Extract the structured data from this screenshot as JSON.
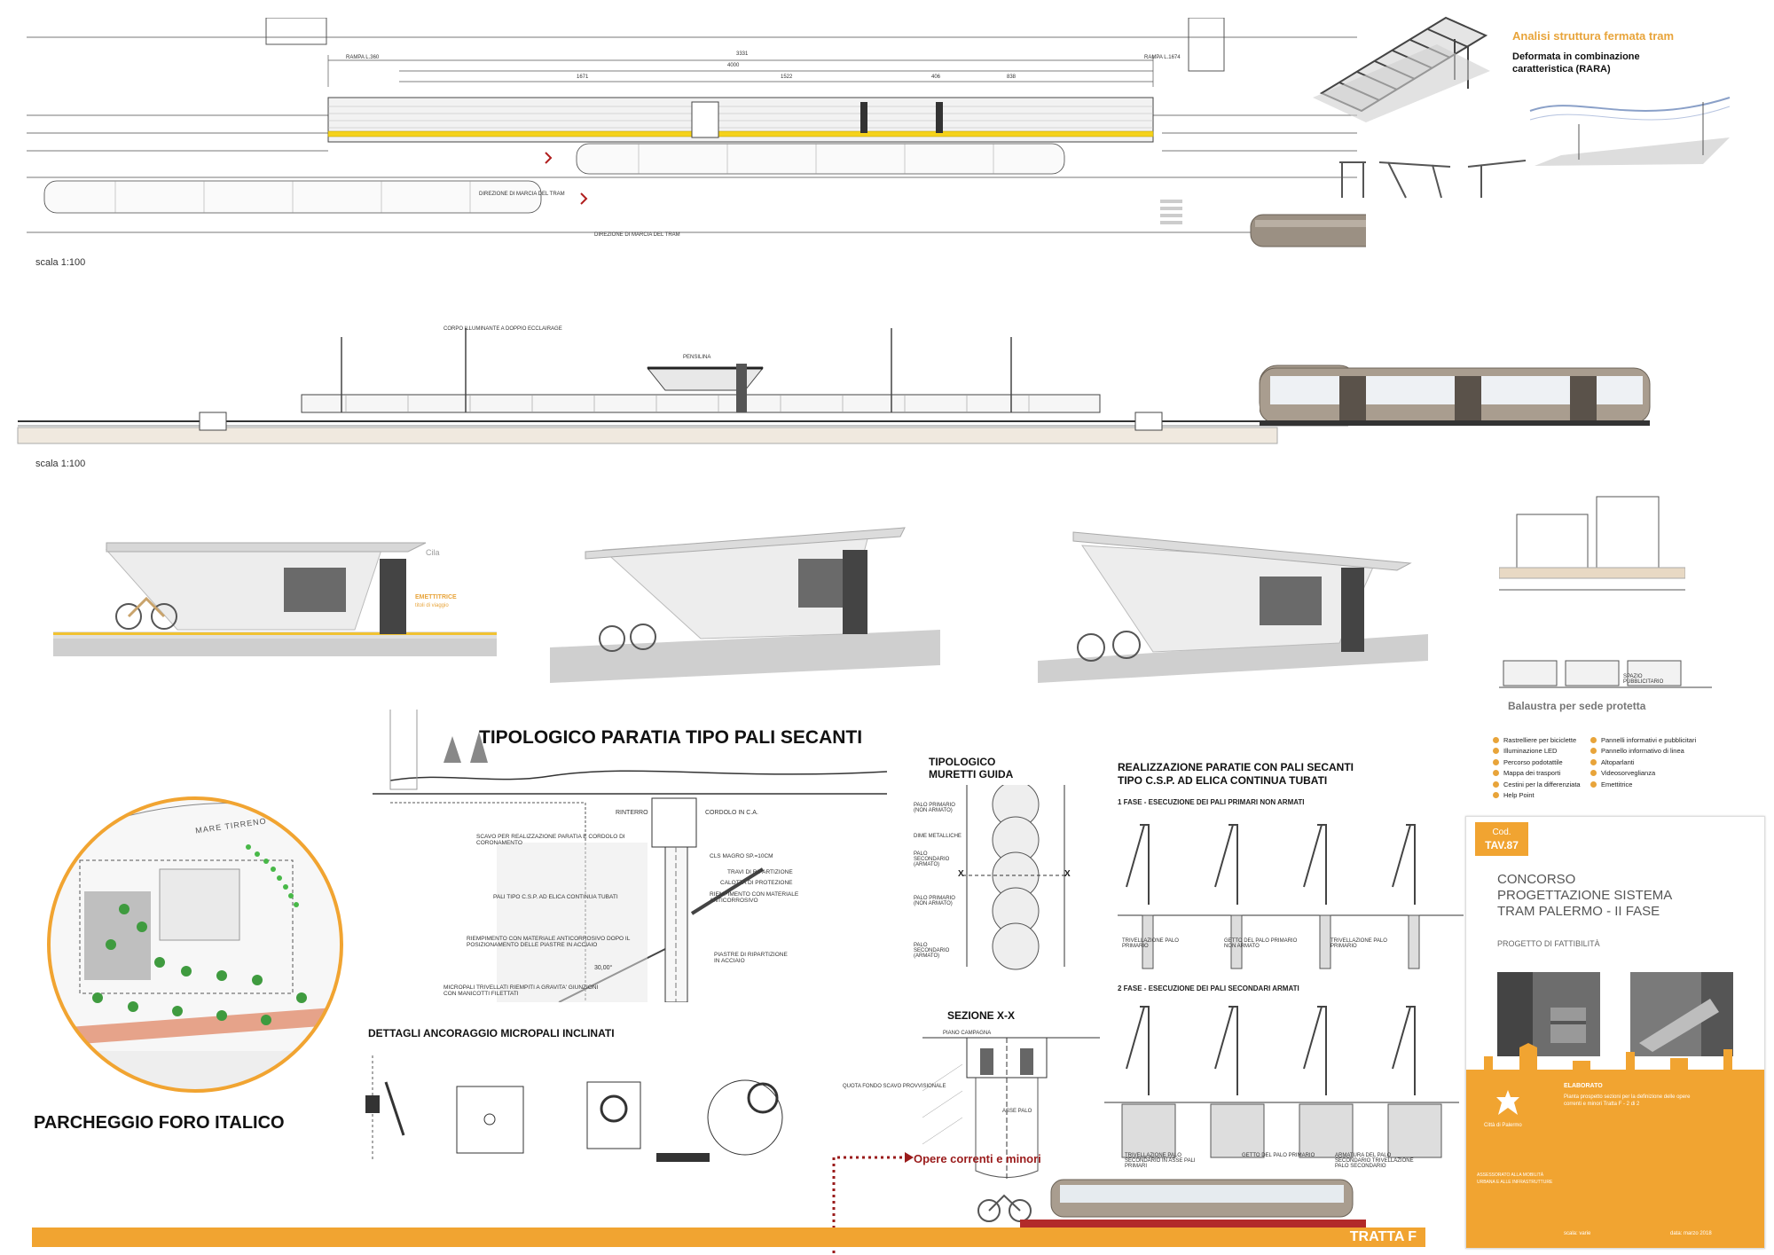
{
  "header": {
    "analysis_title": "Analisi struttura fermata tram",
    "deformata": "Deformata in combinazione",
    "caratteristica": "caratteristica (RARA)"
  },
  "scales": {
    "plan": "scala 1:100",
    "elevation": "scala 1:100"
  },
  "plan_labels": {
    "tram_direction_1": "DIREZIONE DI MARCIA DEL TRAM",
    "tram_direction_2": "DIREZIONE DI MARCIA DEL TRAM",
    "rampa_left": "RAMPA L.360",
    "rampa_right": "RAMPA L.1674",
    "dim_total": "3331",
    "dim_a": "4000",
    "dim_b": "1522",
    "dim_c": "1671",
    "dim_d": "406",
    "dim_e": "838"
  },
  "elevation_labels": {
    "corpo_illuminante": "CORPO ILLUMINANTE A DOPPIO ECCLAIRAGE",
    "pensilina": "PENSILINA"
  },
  "renders": {
    "brand": "Cila",
    "emettitrice": "EMETTITRICE",
    "sub": "titoli di viaggio"
  },
  "balustrade": {
    "title": "Balaustra per sede protetta",
    "spazio": "SPAZIO PUBBLICITARIO"
  },
  "legend": {
    "left": [
      "Rastrelliere per biciclette",
      "Illuminazione LED",
      "Percorso podotattile",
      "Mappa dei trasporti",
      "Cestini per la differenziata",
      "Help Point"
    ],
    "right": [
      "Pannelli informativi e pubblicitari",
      "Pannello informativo di linea",
      "Altoparlanti",
      "Videosorveglianza",
      "Emettitrice"
    ]
  },
  "tipologico": {
    "title": "TIPOLOGICO PARATIA TIPO PALI SECANTI",
    "labels": {
      "rinterro": "RINTERRO",
      "cordolo": "CORDOLO IN C.A.",
      "scavo": "SCAVO PER REALIZZAZIONE PARATIA E CORDOLO DI CORONAMENTO",
      "cls_magro": "CLS MAGRO Sp.=10cm",
      "travi": "TRAVI DI RIPARTIZIONE",
      "calotta": "CALOTTA DI PROTEZIONE",
      "riempimento": "RIEMPIMENTO CON MATERIALE ANTICORROSIVO",
      "pali": "PALI TIPO C.S.P. AD ELICA CONTINUA TUBATI",
      "riempimento2": "RIEMPIMENTO CON MATERIALE ANTICORROSIVO DOPO IL POSIZIONAMENTO DELLE PIASTRE IN ACCIAIO",
      "piastre": "PIASTRE DI RIPARTIZIONE IN ACCIAIO",
      "angle": "30,00°",
      "micropali": "MICROPALI TRIVELLATI RIEMPITI A GRAVITA' GIUNZIONI CON MANICOTTI FILETTATI"
    },
    "dettagli": "DETTAGLI ANCORAGGIO MICROPALI INCLINATI"
  },
  "muretti": {
    "title1": "TIPOLOGICO",
    "title2": "MURETTI GUIDA",
    "labels": [
      "PALO PRIMARIO (NON ARMATO)",
      "DIME METALLICHE",
      "PALO SECONDARIO (ARMATO)",
      "PALO PRIMARIO (NON ARMATO)",
      "PALO SECONDARIO (ARMATO)"
    ],
    "x_mark": "X"
  },
  "sezione": {
    "title": "SEZIONE X-X",
    "piano": "PIANO CAMPAGNA",
    "asse": "ASSE PALO",
    "quota": "QUOTA FONDO SCAVO PROVVISIONALE"
  },
  "realizzazione": {
    "title1": "REALIZZAZIONE PARATIE CON PALI SECANTI",
    "title2": "TIPO C.S.P. AD ELICA CONTINUA TUBATI",
    "fase1": "1 FASE - ESECUZIONE DEI PALI PRIMARI NON ARMATI",
    "fase1_labels": [
      "TRIVELLAZIONE PALO PRIMARIO",
      "GETTO DEL PALO PRIMARIO NON ARMATO",
      "TRIVELLAZIONE PALO PRIMARIO"
    ],
    "fase2": "2 FASE - ESECUZIONE DEI PALI SECONDARI ARMATI",
    "fase2_labels": [
      "TRIVELLAZIONE PALO SECONDARIO IN ASSE PALI PRIMARI",
      "GETTO DEL PALO PRIMARIO",
      "ARMATURA DEL PALO SECONDARIO TRIVELLAZIONE PALO SECONDARIO"
    ]
  },
  "map": {
    "sea": "MARE TIRRENO",
    "title": "PARCHEGGIO FORO ITALICO"
  },
  "footer": {
    "opere": "Opere correnti e  minori",
    "tratta": "TRATTA F"
  },
  "card": {
    "cod_label": "Cod.",
    "cod": "TAV.87",
    "title_lines": [
      "CONCORSO",
      "PROGETTAZIONE SISTEMA",
      "TRAM PALERMO - II FASE"
    ],
    "subtitle": "PROGETTO DI FATTIBILITÀ",
    "elaborato": "ELABORATO",
    "elaborato_desc": "Pianta prospetto sezioni per la definizione delle opere correnti e minori Tratta F - 2 di 2",
    "city": "Città di Palermo",
    "dept": "ASSESSORATO ALLA MOBILITÀ URBANA E ALLE INFRASTRUTTURE",
    "scala": "scala: varie",
    "data": "data: marzo 2018"
  },
  "colors": {
    "accent": "#f1a431",
    "dark_red": "#9a1b1b",
    "line": "#444444"
  }
}
